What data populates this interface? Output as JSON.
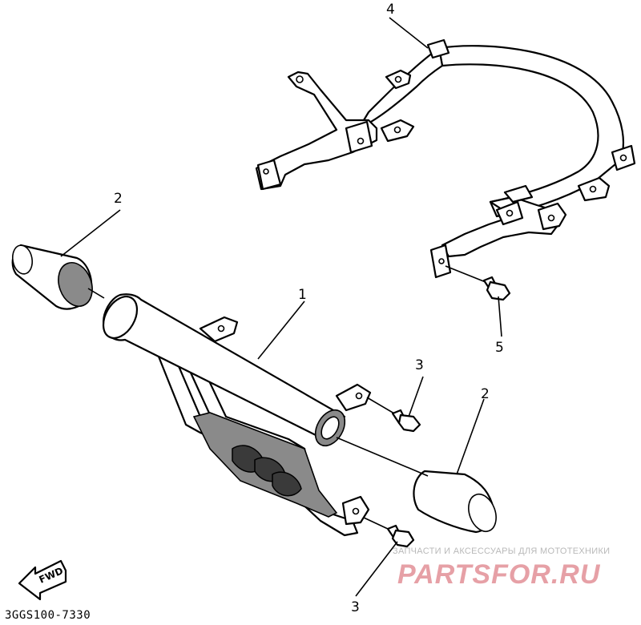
{
  "diagram": {
    "code": "3GGS100-7330",
    "fwd_label": "FWD",
    "callouts": {
      "grab_bar": "1",
      "end_cap_left": "2",
      "end_cap_right": "2",
      "bolt_upper": "3",
      "bolt_lower": "3",
      "rear_carrier": "4",
      "carrier_bolt": "5"
    }
  },
  "watermark": {
    "tagline": "ЗАПЧАСТИ И АКСЕССУАРЫ ДЛЯ МОТОТЕХНИКИ",
    "logo_text": "PARTSFOR.RU",
    "tagline_color": "#b9b9b9",
    "logo_color": "#e6a0a6"
  },
  "colors": {
    "line": "#000000",
    "background": "#ffffff",
    "shade": "#8a8a8a"
  }
}
